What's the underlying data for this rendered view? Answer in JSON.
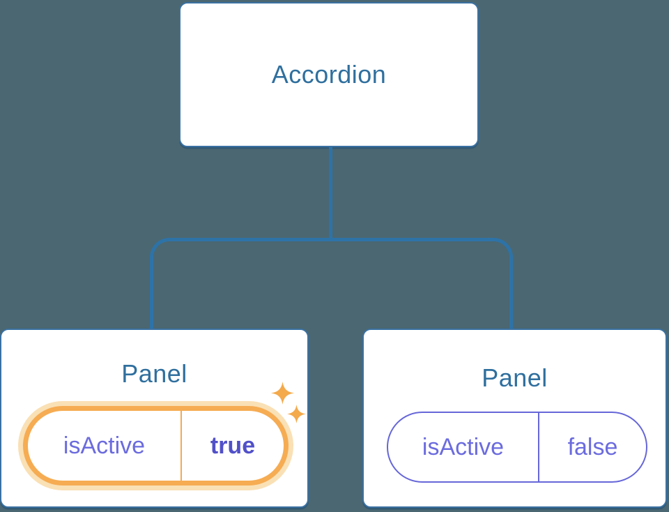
{
  "diagram": {
    "root": {
      "label": "Accordion"
    },
    "panels": [
      {
        "title": "Panel",
        "prop_name": "isActive",
        "prop_value": "true",
        "state": "active-highlighted",
        "icon": "sparkles-icon"
      },
      {
        "title": "Panel",
        "prop_name": "isActive",
        "prop_value": "false",
        "state": "inactive"
      }
    ]
  },
  "colors": {
    "background": "#4B6771",
    "node_border_blue": "#3A71A3",
    "connector_blue": "#2D73A8",
    "title_text_blue": "#2F6F9E",
    "prop_text_purple": "#6B6BDF",
    "prop_value_bold_purple": "#5150C9",
    "highlight_ring_orange": "#F6AC52",
    "highlight_halo_orange": "#FAE0B5",
    "sparkle_orange": "#F4A94B"
  }
}
